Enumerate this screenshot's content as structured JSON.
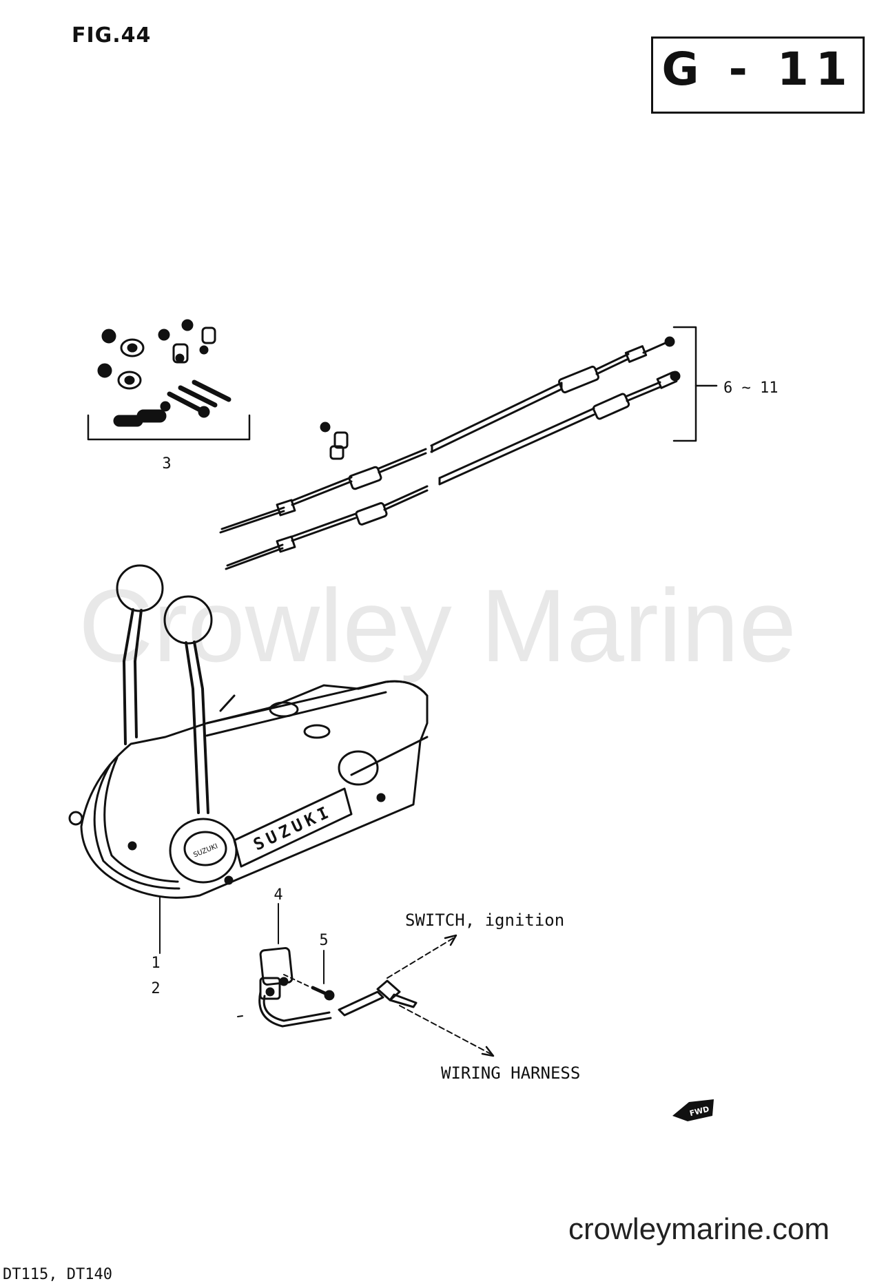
{
  "figure": {
    "title": "FIG.44",
    "page_code": "G - 11"
  },
  "watermark": {
    "text": "Crowley Marine"
  },
  "callouts": {
    "part_1": "1",
    "part_2": "2",
    "part_3": "3",
    "part_4": "4",
    "part_5": "5",
    "part_6_11": "6 ~ 11"
  },
  "labels": {
    "switch": "SWITCH, ignition",
    "harness": "WIRING HARNESS",
    "brand_plate": "SUZUKI",
    "knob_badge": "SUZUKI",
    "fwd_arrow": "FWD"
  },
  "footer": {
    "models": "DT115, DT140",
    "website": "crowleymarine.com"
  },
  "colors": {
    "ink": "#111111",
    "watermark": "#e6e6e6",
    "paper": "#ffffff"
  }
}
